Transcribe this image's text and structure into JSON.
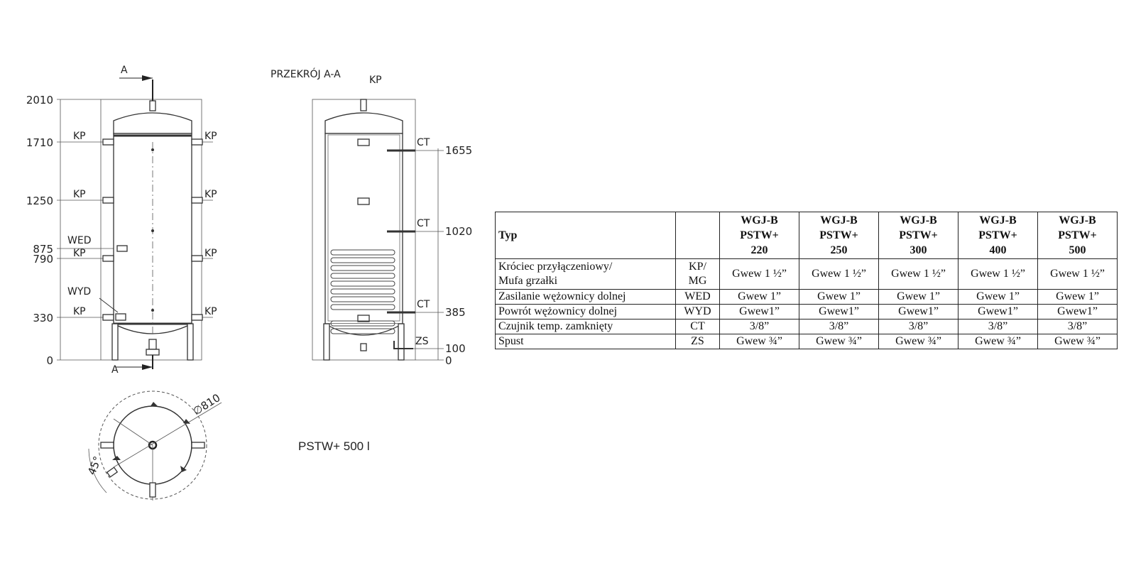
{
  "front_view": {
    "section_marks": [
      "A",
      "A"
    ],
    "heights": [
      "2010",
      "1710",
      "1250",
      "875",
      "790",
      "330",
      "0"
    ],
    "left_labels": [
      "KP",
      "KP",
      "WED",
      "KP",
      "WYD",
      "KP"
    ],
    "right_labels": [
      "KP",
      "KP",
      "KP",
      "KP"
    ]
  },
  "section_view": {
    "title": "PRZEKRÓJ A-A",
    "top_label": "KP",
    "side_labels": [
      "CT",
      "CT",
      "CT",
      "ZS"
    ],
    "heights": [
      "1655",
      "1020",
      "385",
      "100",
      "0"
    ]
  },
  "top_view": {
    "diameter": "∅810",
    "angle": "45°"
  },
  "product_label": "PSTW+ 500 l",
  "table": {
    "header_label": "Typ",
    "models": [
      [
        "WGJ-B",
        "PSTW+",
        "220"
      ],
      [
        "WGJ-B",
        "PSTW+",
        "250"
      ],
      [
        "WGJ-B",
        "PSTW+",
        "300"
      ],
      [
        "WGJ-B",
        "PSTW+",
        "400"
      ],
      [
        "WGJ-B",
        "PSTW+",
        "500"
      ]
    ],
    "rows": [
      {
        "name": [
          "Króciec przyłączeniowy/",
          "Mufa grzałki"
        ],
        "code": [
          "KP/",
          "MG"
        ],
        "value": "Gwew 1 ½”"
      },
      {
        "name": [
          "Zasilanie wężownicy dolnej"
        ],
        "code": [
          "WED"
        ],
        "value": "Gwew 1”"
      },
      {
        "name": [
          "Powrót wężownicy dolnej"
        ],
        "code": [
          "WYD"
        ],
        "value": "Gwew1”"
      },
      {
        "name": [
          "Czujnik temp. zamknięty"
        ],
        "code": [
          "CT"
        ],
        "value": "3/8”"
      },
      {
        "name": [
          "Spust"
        ],
        "code": [
          "ZS"
        ],
        "value": "Gwew ¾”"
      }
    ]
  }
}
